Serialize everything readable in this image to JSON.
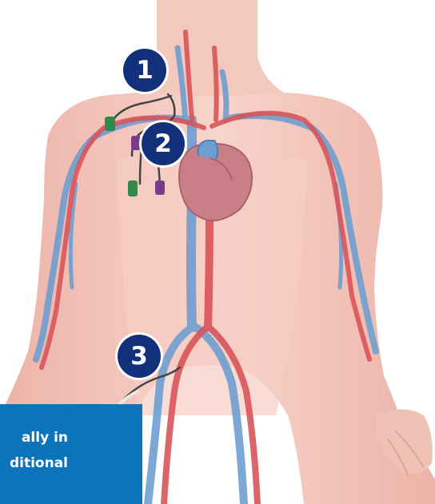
{
  "markers": [
    {
      "label": "1"
    },
    {
      "label": "2"
    },
    {
      "label": "3"
    }
  ],
  "caption": {
    "line1": "ally in",
    "line2": "ditional"
  },
  "colors": {
    "skin": "#f4c6bb",
    "artery": "#d9555a",
    "vein": "#6f9ed0",
    "heart": "#c97f86",
    "marker": "#12317a",
    "caption_bg": "#0b74ba",
    "catheter_green": "#2f8a4c",
    "catheter_purple": "#7b3a8c"
  },
  "icons": [
    "human-torso-figure",
    "heart-icon",
    "catheter-icon"
  ]
}
